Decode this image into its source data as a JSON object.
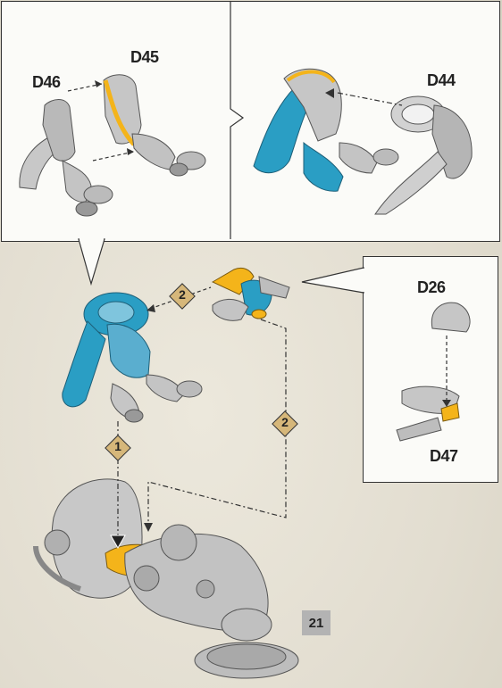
{
  "callouts": {
    "top_left": {
      "label_a": "D46",
      "label_b": "D45"
    },
    "top_right": {
      "label": "D44"
    },
    "right": {
      "label_a": "D26",
      "label_b": "D47"
    }
  },
  "steps": {
    "step1": "1",
    "step2": "2"
  },
  "page_number": "21",
  "colors": {
    "highlight_blue": "#2a9ec4",
    "highlight_yellow": "#f4b41a",
    "part_grey": "#bdbdbd",
    "paper": "#e8e4d8"
  }
}
